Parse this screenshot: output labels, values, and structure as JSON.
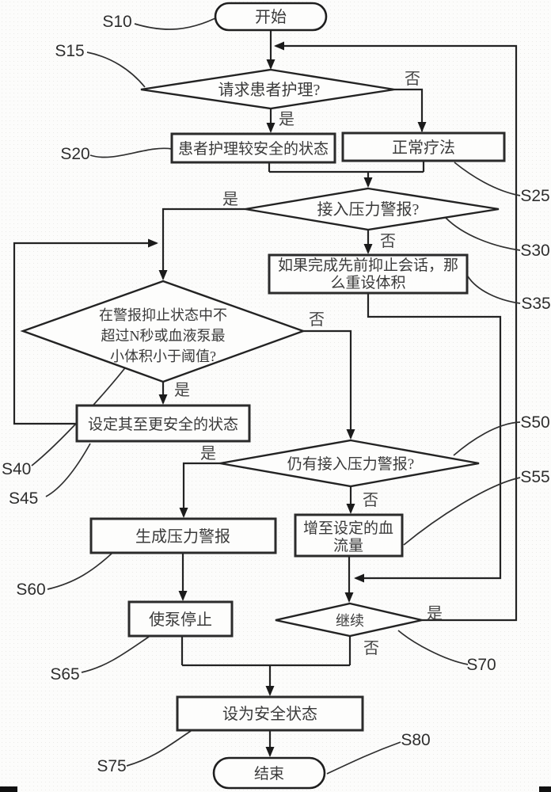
{
  "palette": {
    "line": "#232323",
    "background": "#fcfcfb"
  },
  "nodes": {
    "start": "开始",
    "request_care": "请求患者护理?",
    "care_safe_state": "患者护理较安全的状态",
    "normal_therapy": "正常疗法",
    "access_alarm": "接入压力警报?",
    "reset_volume_line1": "如果完成先前抑止会话，那",
    "reset_volume_line2": "么重设体积",
    "suppress_check_line1": "在警报抑止状态中不",
    "suppress_check_line2": "超过N秒或血液泵最",
    "suppress_check_line3": "小体积小于阈值?",
    "set_safer_state": "设定其至更安全的状态",
    "still_alarm": "仍有接入压力警报?",
    "generate_alarm": "生成压力警报",
    "increase_flow_line1": "增至设定的血",
    "increase_flow_line2": "流量",
    "stop_pump": "使泵停止",
    "continue": "继续",
    "set_safe_state": "设为安全状态",
    "end": "结束"
  },
  "branches": {
    "yes": "是",
    "no": "否"
  },
  "steps": {
    "s10": "S10",
    "s15": "S15",
    "s20": "S20",
    "s25": "S25",
    "s30": "S30",
    "s35": "S35",
    "s40": "S40",
    "s45": "S45",
    "s50": "S50",
    "s55": "S55",
    "s60": "S60",
    "s65": "S65",
    "s70": "S70",
    "s75": "S75",
    "s80": "S80"
  }
}
